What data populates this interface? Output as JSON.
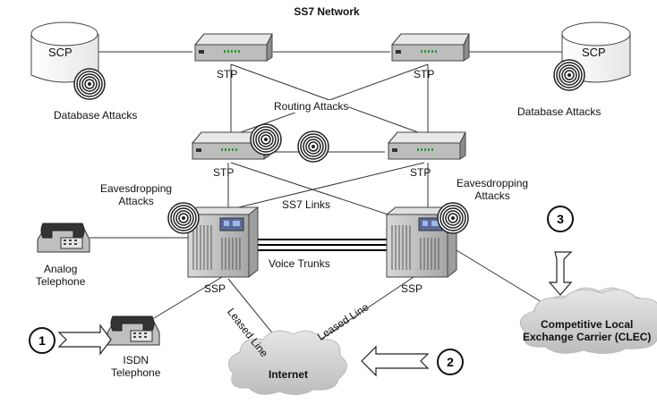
{
  "title": "SS7 Network",
  "labels": {
    "scp_left": "SCP",
    "scp_right": "SCP",
    "db_attacks_left": "Database Attacks",
    "db_attacks_right": "Database Attacks",
    "stp_tl": "STP",
    "stp_tr": "STP",
    "stp_ml": "STP",
    "stp_mr": "STP",
    "routing_attacks": "Routing Attacks",
    "eavesdropping_left": "Eavesdropping\nAttacks",
    "eavesdropping_right": "Eavesdropping\nAttacks",
    "ss7_links": "SS7 Links",
    "voice_trunks": "Voice Trunks",
    "ssp_left": "SSP",
    "ssp_right": "SSP",
    "analog_telephone": "Analog\nTelephone",
    "isdn_telephone": "ISDN\nTelephone",
    "leased_line_1": "Leased Line",
    "leased_line_2": "Leased Line",
    "internet": "Internet",
    "clec": "Competitive Local\nExchange Carrier (CLEC)"
  },
  "markers": [
    "1",
    "2",
    "3"
  ]
}
